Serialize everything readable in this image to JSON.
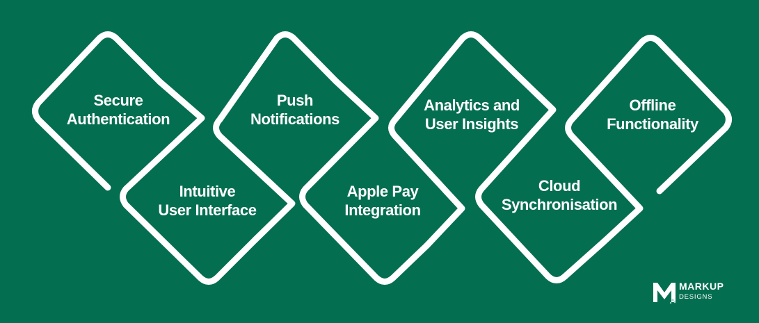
{
  "colors": {
    "background": "#046e50",
    "stroke": "#ffffff",
    "text": "#ffffff"
  },
  "features": [
    {
      "line1": "Secure",
      "line2": "Authentication"
    },
    {
      "line1": "Intuitive",
      "line2": "User Interface"
    },
    {
      "line1": "Push",
      "line2": "Notifications"
    },
    {
      "line1": "Apple Pay",
      "line2": "Integration"
    },
    {
      "line1": "Analytics and",
      "line2": "User Insights"
    },
    {
      "line1": "Cloud",
      "line2": "Synchronisation"
    },
    {
      "line1": "Offline",
      "line2": "Functionality"
    }
  ],
  "logo": {
    "name": "MARKUP",
    "sub": "DESIGNS",
    "icon": "markup-m-icon"
  }
}
